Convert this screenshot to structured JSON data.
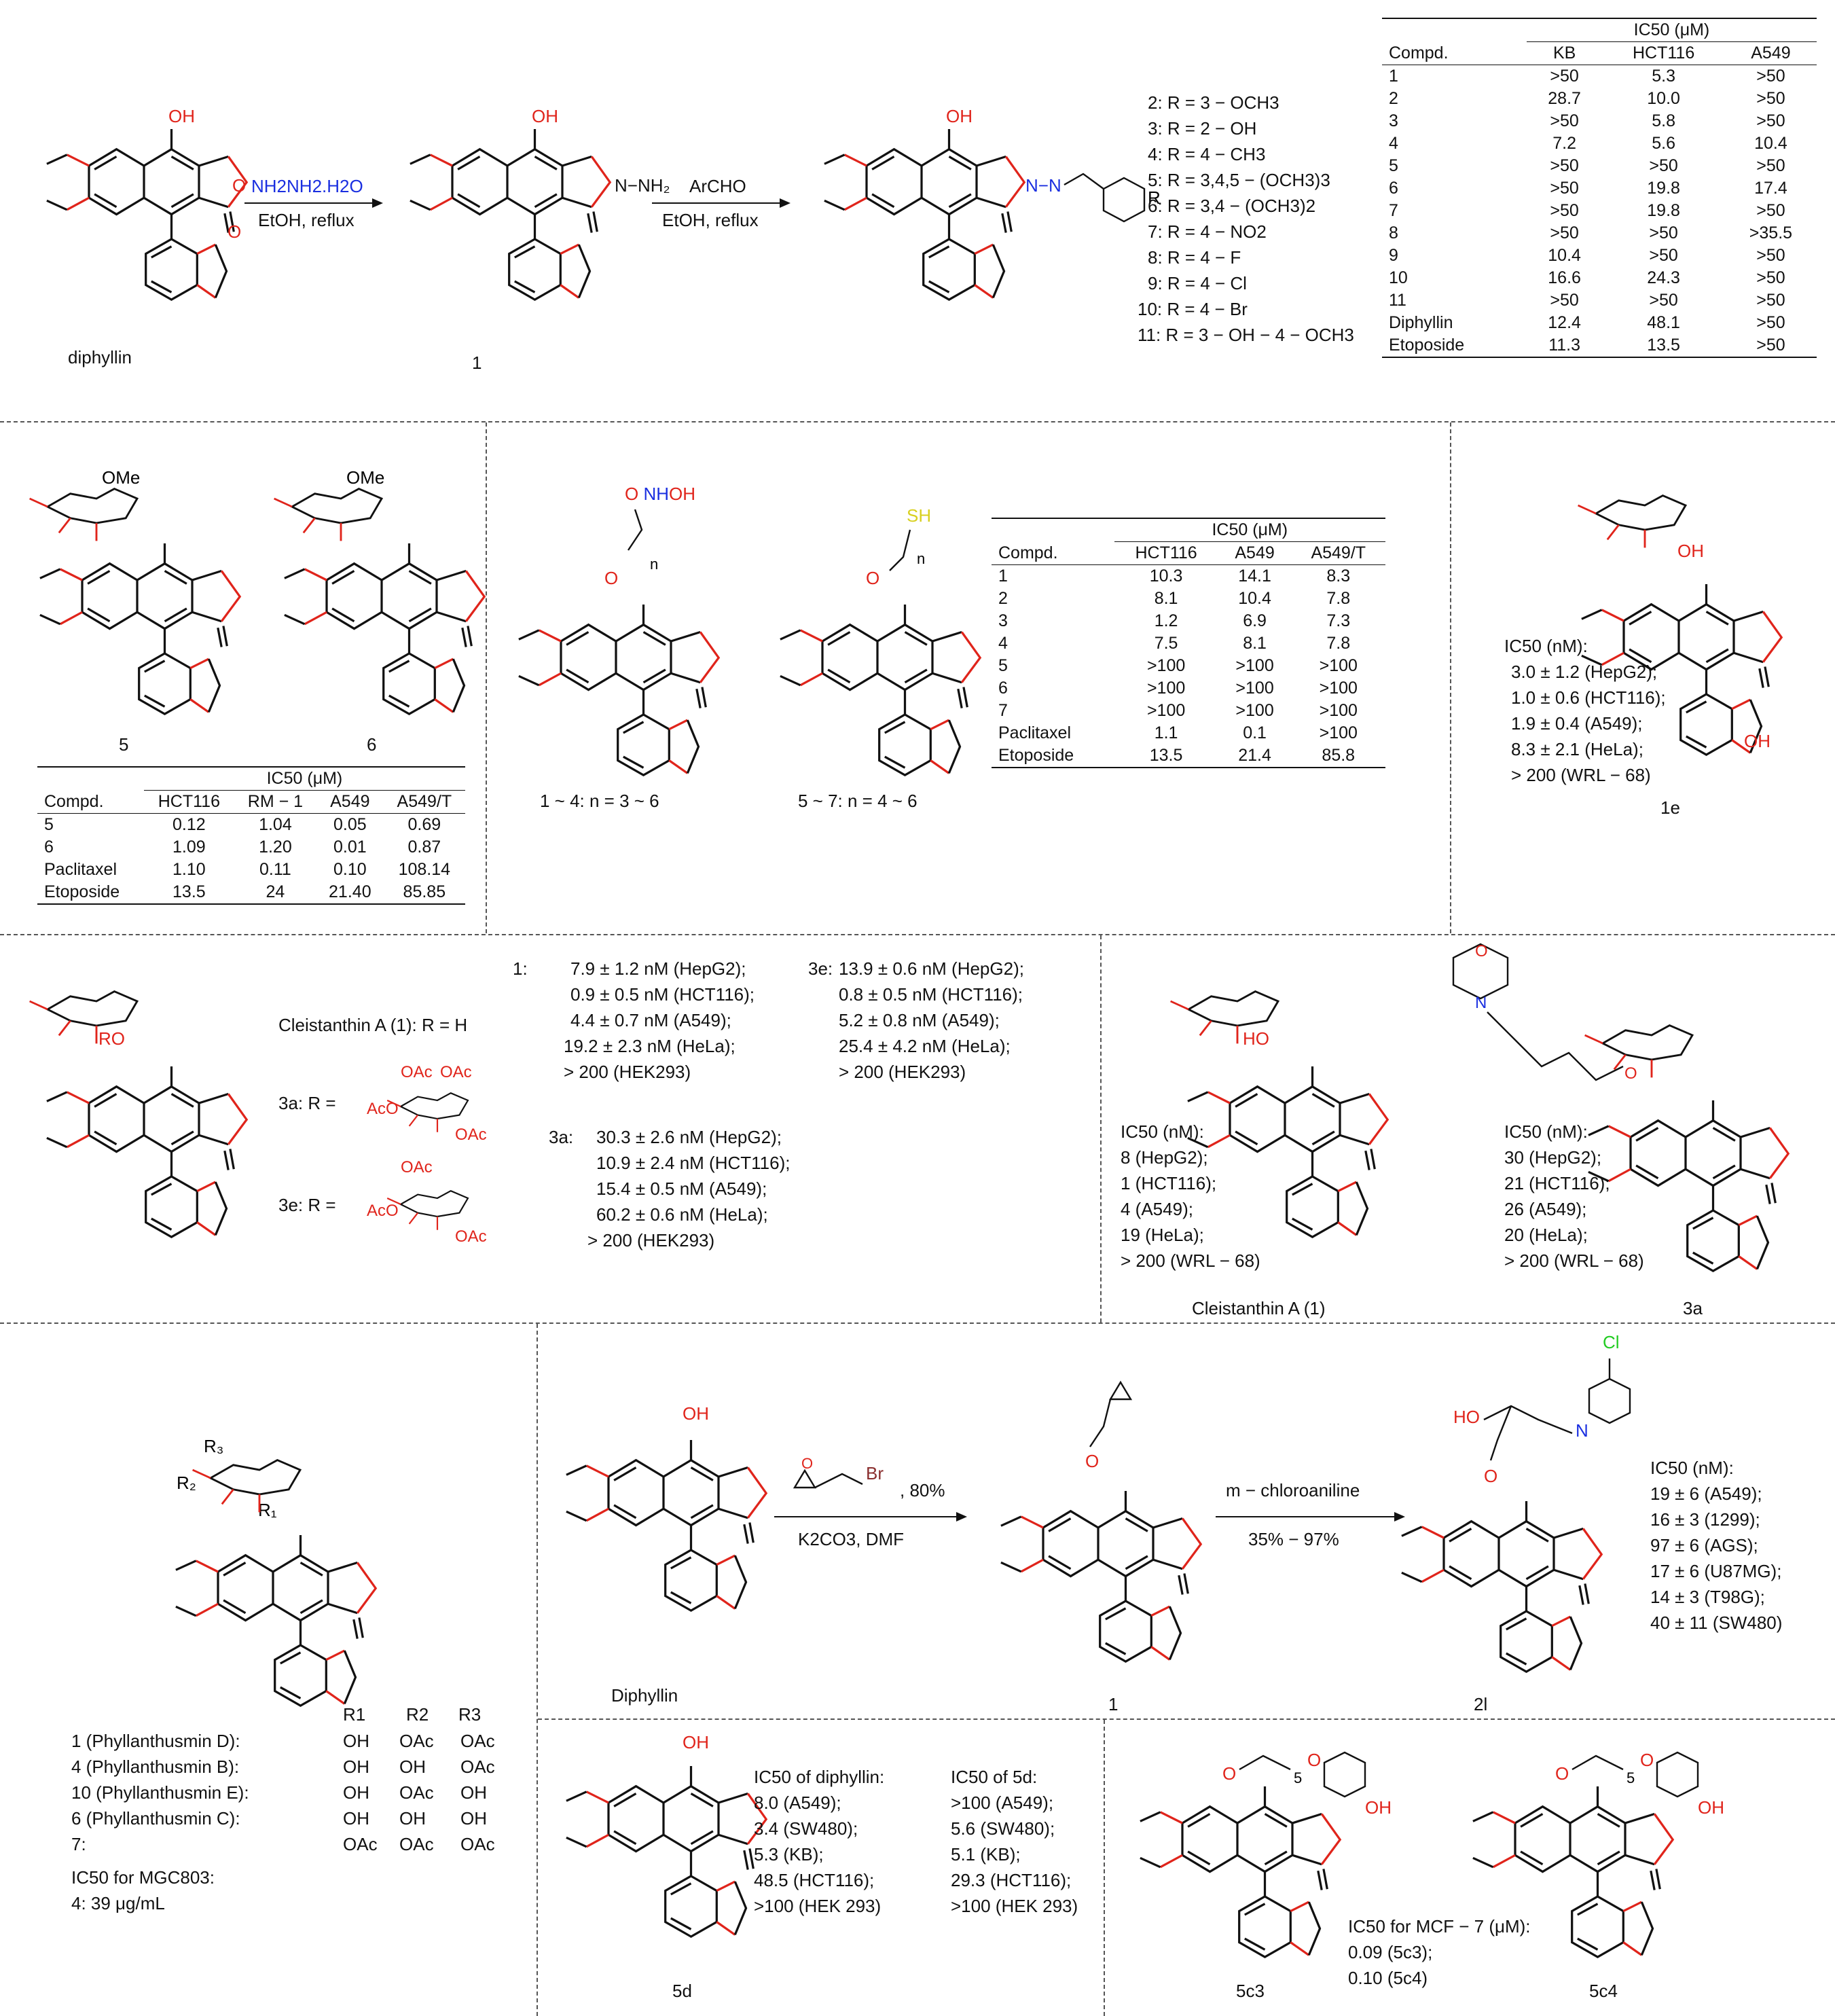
{
  "panel1": {
    "diphyllin_label": "diphyllin",
    "reagent1_top": "NH2NH2.H2O",
    "reagent1_bottom": "EtOH, reflux",
    "cmpd1_label": "1",
    "reagent2_top": "ArCHO",
    "reagent2_bottom": "EtOH, reflux",
    "r_list": [
      "2: R = 3 − OCH3",
      "3: R = 2 − OH",
      "4: R = 4 − CH3",
      "5: R = 3,4,5 − (OCH3)3",
      "6: R = 3,4 − (OCH3)2",
      "7: R = 4 − NO2",
      "8: R = 4 − F",
      "9: R = 4 − Cl",
      "10: R = 4 − Br",
      "11: R = 3 − OH − 4 − OCH3"
    ],
    "table": {
      "group_header": "IC50 (μM)",
      "columns": [
        "Compd.",
        "KB",
        "HCT116",
        "A549"
      ],
      "rows": [
        [
          "1",
          ">50",
          "5.3",
          ">50"
        ],
        [
          "2",
          "28.7",
          "10.0",
          ">50"
        ],
        [
          "3",
          ">50",
          "5.8",
          ">50"
        ],
        [
          "4",
          "7.2",
          "5.6",
          "10.4"
        ],
        [
          "5",
          ">50",
          ">50",
          ">50"
        ],
        [
          "6",
          ">50",
          "19.8",
          "17.4"
        ],
        [
          "7",
          ">50",
          "19.8",
          ">50"
        ],
        [
          "8",
          ">50",
          ">50",
          ">35.5"
        ],
        [
          "9",
          "10.4",
          ">50",
          ">50"
        ],
        [
          "10",
          "16.6",
          "24.3",
          ">50"
        ],
        [
          "11",
          ">50",
          ">50",
          ">50"
        ],
        [
          "Diphyllin",
          "12.4",
          "48.1",
          ">50"
        ],
        [
          "Etoposide",
          "11.3",
          "13.5",
          ">50"
        ]
      ]
    }
  },
  "panel2": {
    "label5": "5",
    "label6": "6",
    "ome": "OMe",
    "table": {
      "group_header": "IC50 (μM)",
      "columns": [
        "Compd.",
        "HCT116",
        "RM − 1",
        "A549",
        "A549/T"
      ],
      "rows": [
        [
          "5",
          "0.12",
          "1.04",
          "0.05",
          "0.69"
        ],
        [
          "6",
          "1.09",
          "1.20",
          "0.01",
          "0.87"
        ],
        [
          "Paclitaxel",
          "1.10",
          "0.11",
          "0.10",
          "108.14"
        ],
        [
          "Etoposide",
          "13.5",
          "24",
          "21.40",
          "85.85"
        ]
      ]
    }
  },
  "panel3": {
    "label_a": "1 ~ 4: n = 3 ~ 6",
    "label_b": "5 ~ 7: n = 4 ~ 6",
    "nhoh": "NHOH",
    "sh": "SH",
    "table": {
      "group_header": "IC50 (μM)",
      "columns": [
        "Compd.",
        "HCT116",
        "A549",
        "A549/T"
      ],
      "rows": [
        [
          "1",
          "10.3",
          "14.1",
          "8.3"
        ],
        [
          "2",
          "8.1",
          "10.4",
          "7.8"
        ],
        [
          "3",
          "1.2",
          "6.9",
          "7.3"
        ],
        [
          "4",
          "7.5",
          "8.1",
          "7.8"
        ],
        [
          "5",
          ">100",
          ">100",
          ">100"
        ],
        [
          "6",
          ">100",
          ">100",
          ">100"
        ],
        [
          "7",
          ">100",
          ">100",
          ">100"
        ],
        [
          "Paclitaxel",
          "1.1",
          "0.1",
          ">100"
        ],
        [
          "Etoposide",
          "13.5",
          "21.4",
          "85.8"
        ]
      ]
    }
  },
  "panel4": {
    "ic_header": "IC50 (nM):",
    "values": [
      "3.0 ± 1.2 (HepG2);",
      "1.0 ± 0.6 (HCT116);",
      "1.9 ± 0.4 (A549);",
      "8.3 ± 2.1 (HeLa);",
      "> 200 (WRL − 68)"
    ],
    "label": "1e"
  },
  "panel5": {
    "cleistanthin": "Cleistanthin A (1): R = H",
    "r3a": "3a: R =",
    "r3e": "3e: R =",
    "block1_head": "1:",
    "block1": [
      "7.9 ± 1.2 nM (HepG2);",
      "0.9 ± 0.5 nM (HCT116);",
      "4.4 ± 0.7 nM (A549);",
      "19.2 ± 2.3 nM (HeLa);",
      "> 200 (HEK293)"
    ],
    "block3e_head": "3e:",
    "block3e": [
      "13.9 ± 0.6 nM (HepG2);",
      "0.8 ± 0.5 nM (HCT116);",
      "5.2 ± 0.8 nM (A549);",
      "25.4 ± 4.2 nM (HeLa);",
      "> 200 (HEK293)"
    ],
    "block3a_head": "3a:",
    "block3a": [
      "30.3 ± 2.6 nM (HepG2);",
      "10.9 ± 2.4 nM (HCT116);",
      "15.4 ± 0.5 nM (A549);",
      "60.2 ± 0.6 nM (HeLa);",
      "> 200 (HEK293)"
    ]
  },
  "panel6": {
    "left_head": "IC50 (nM):",
    "left": [
      "8 (HepG2);",
      "1 (HCT116);",
      "4 (A549);",
      "19 (HeLa);",
      "> 200 (WRL − 68)"
    ],
    "left_label": "Cleistanthin A (1)",
    "right_head": "IC50 (nM):",
    "right": [
      "30 (HepG2);",
      "21 (HCT116);",
      "26 (A549);",
      "20 (HeLa);",
      "> 200 (WRL − 68)"
    ],
    "right_label": "3a"
  },
  "panel7": {
    "header": [
      "R1",
      "R2",
      "R3"
    ],
    "rows": [
      [
        "1 (Phyllanthusmin D):",
        "OH",
        "OAc",
        "OAc"
      ],
      [
        "4 (Phyllanthusmin B):",
        "OH",
        "OH",
        "OAc"
      ],
      [
        "10 (Phyllanthusmin E):",
        "OH",
        "OAc",
        "OH"
      ],
      [
        "6 (Phyllanthusmin C):",
        "OH",
        "OH",
        "OH"
      ],
      [
        "7:",
        "OAc",
        "OAc",
        "OAc"
      ]
    ],
    "ic_head": "IC50 for MGC803:",
    "ic_val": "4: 39 μg/mL"
  },
  "panel8": {
    "diphyllin": "Diphyllin",
    "yield1": ", 80%",
    "cond1": "K2CO3, DMF",
    "br": "Br",
    "cmpd1": "1",
    "reagent2": "m − chloroaniline",
    "yield2": "35% − 97%",
    "cmpd2": "2l",
    "cl": "Cl",
    "ic_head": "IC50 (nM):",
    "values": [
      "19 ± 6 (A549);",
      "16 ± 3 (1299);",
      "97 ± 6 (AGS);",
      "17 ± 6 (U87MG);",
      "14 ± 3 (T98G);",
      "40 ± 11 (SW480)"
    ]
  },
  "panel9": {
    "label": "5d",
    "diph_head": "IC50 of diphyllin:",
    "diph": [
      "8.0 (A549);",
      "3.4 (SW480);",
      "5.3 (KB);",
      "48.5 (HCT116);",
      ">100 (HEK 293)"
    ],
    "d5_head": "IC50 of 5d:",
    "d5": [
      ">100 (A549);",
      "5.6 (SW480);",
      "5.1 (KB);",
      "29.3 (HCT116);",
      ">100 (HEK 293)"
    ]
  },
  "panel10": {
    "label_a": "5c3",
    "label_b": "5c4",
    "ic_head": "IC50 for MCF − 7 (μM):",
    "values": [
      "0.09 (5c3);",
      "0.10 (5c4)"
    ]
  },
  "colors": {
    "oxygen": "#e0241b",
    "nitrogen": "#1a2fe0",
    "sulfur": "#e8e020",
    "chlorine": "#22cc22"
  }
}
